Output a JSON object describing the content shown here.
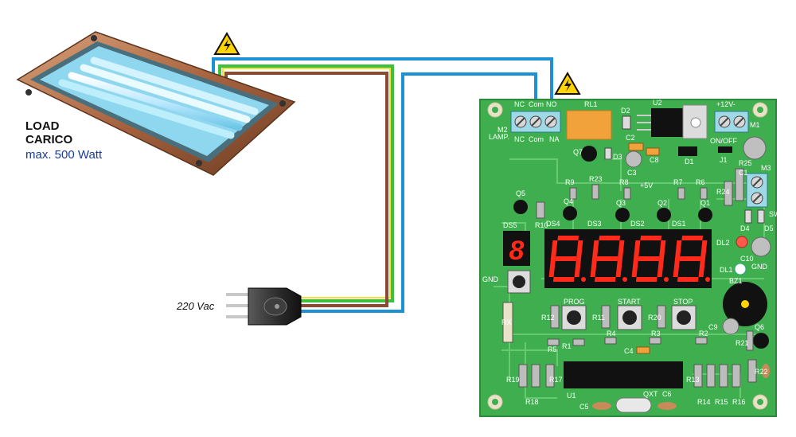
{
  "load": {
    "title_line1": "LOAD",
    "title_line2": "CARICO",
    "power": "max. 500 Watt"
  },
  "mains": {
    "label": "220 Vac"
  },
  "colors": {
    "pcb": "#3fae4f",
    "trace": "#6fd079",
    "wire_blue": "#1e90d6",
    "wire_brown": "#8b4a32",
    "wire_green": "#3fbf3f",
    "wire_yellow": "#f0e23a",
    "display_red": "#ff2a1a",
    "relay": "#f2a23a"
  },
  "board": {
    "m2": {
      "top_labels": [
        "NC",
        "Com",
        "NO"
      ],
      "bottom_labels": [
        "NC",
        "Com",
        "NA"
      ],
      "name": "M2",
      "sub": "LAMP."
    },
    "m1": {
      "name": "M1",
      "voltage": "+12V-",
      "plus": "+",
      "minus": "-"
    },
    "m3": {
      "name": "M3",
      "sub": "SW"
    },
    "labels": {
      "rl1": "RL1",
      "u2": "U2",
      "d2": "D2",
      "c2": "C2",
      "c8": "C8",
      "c3": "C3",
      "d1": "D1",
      "q7": "Q7",
      "d3": "D3",
      "onoff": "ON/OFF",
      "j1": "J1",
      "r25": "R25",
      "c1": "C1",
      "d4": "D4",
      "d5": "D5",
      "q5": "Q5",
      "r10": "R10",
      "r9": "R9",
      "q4": "Q4",
      "r23": "R23",
      "r8": "R8",
      "q3": "Q3",
      "plus5v": "+5V",
      "r7": "R7",
      "q2": "Q2",
      "r6": "R6",
      "q1": "Q1",
      "r24": "R24",
      "ds5": "DS5",
      "ds4": "DS4",
      "ds3": "DS3",
      "ds2": "DS2",
      "ds1": "DS1",
      "dl2": "DL2",
      "c10": "C10",
      "gnd1": "GND",
      "dl1": "DL1",
      "bz1": "BZ1",
      "gnd2": "GND",
      "prog": "PROG",
      "start": "START",
      "stop": "STOP",
      "r12": "R12",
      "r11": "R11",
      "r20": "R20",
      "r5": "R5",
      "r1": "R1",
      "r4": "R4",
      "r3": "R3",
      "r2": "R2",
      "c4": "C4",
      "c9": "C9",
      "r21": "R21",
      "q6": "Q6",
      "r22": "R22",
      "rx": "RX",
      "r19": "R19",
      "r18": "R18",
      "r17": "R17",
      "u1": "U1",
      "r13": "R13",
      "r14": "R14",
      "r15": "R15",
      "r16": "R16",
      "c5": "C5",
      "qxt": "QXT",
      "c6": "C6",
      "ds5_digit": "8"
    }
  }
}
